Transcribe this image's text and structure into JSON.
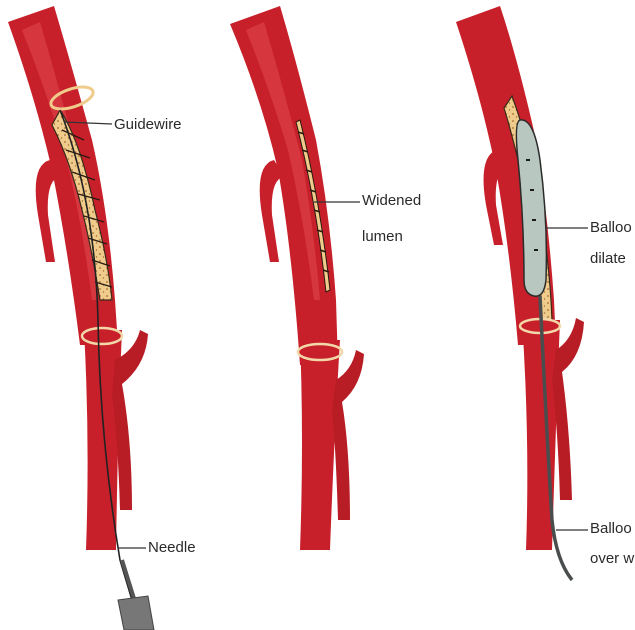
{
  "colors": {
    "vessel": "#c8202a",
    "vessel_dark": "#8e1318",
    "vessel_light": "#e8575b",
    "plaque": "#f0cc8c",
    "plaque_dot": "#7a4a1a",
    "balloon": "#b8c7bf",
    "leader_line": "#333333",
    "tool": "#5f6263"
  },
  "panels": [
    {
      "id": "panel-guidewire",
      "labels": [
        {
          "key": "guidewire",
          "text": "Guidewire"
        },
        {
          "key": "needle",
          "text": "Needle"
        }
      ]
    },
    {
      "id": "panel-widened",
      "labels": [
        {
          "key": "widened",
          "line1": "Widened",
          "line2": "lumen"
        }
      ]
    },
    {
      "id": "panel-balloon",
      "labels": [
        {
          "key": "balloon_dilated",
          "line1": "Balloo",
          "line2": "dilate"
        },
        {
          "key": "balloon_wire",
          "line1": "Balloo",
          "line2": "over w"
        }
      ]
    }
  ]
}
